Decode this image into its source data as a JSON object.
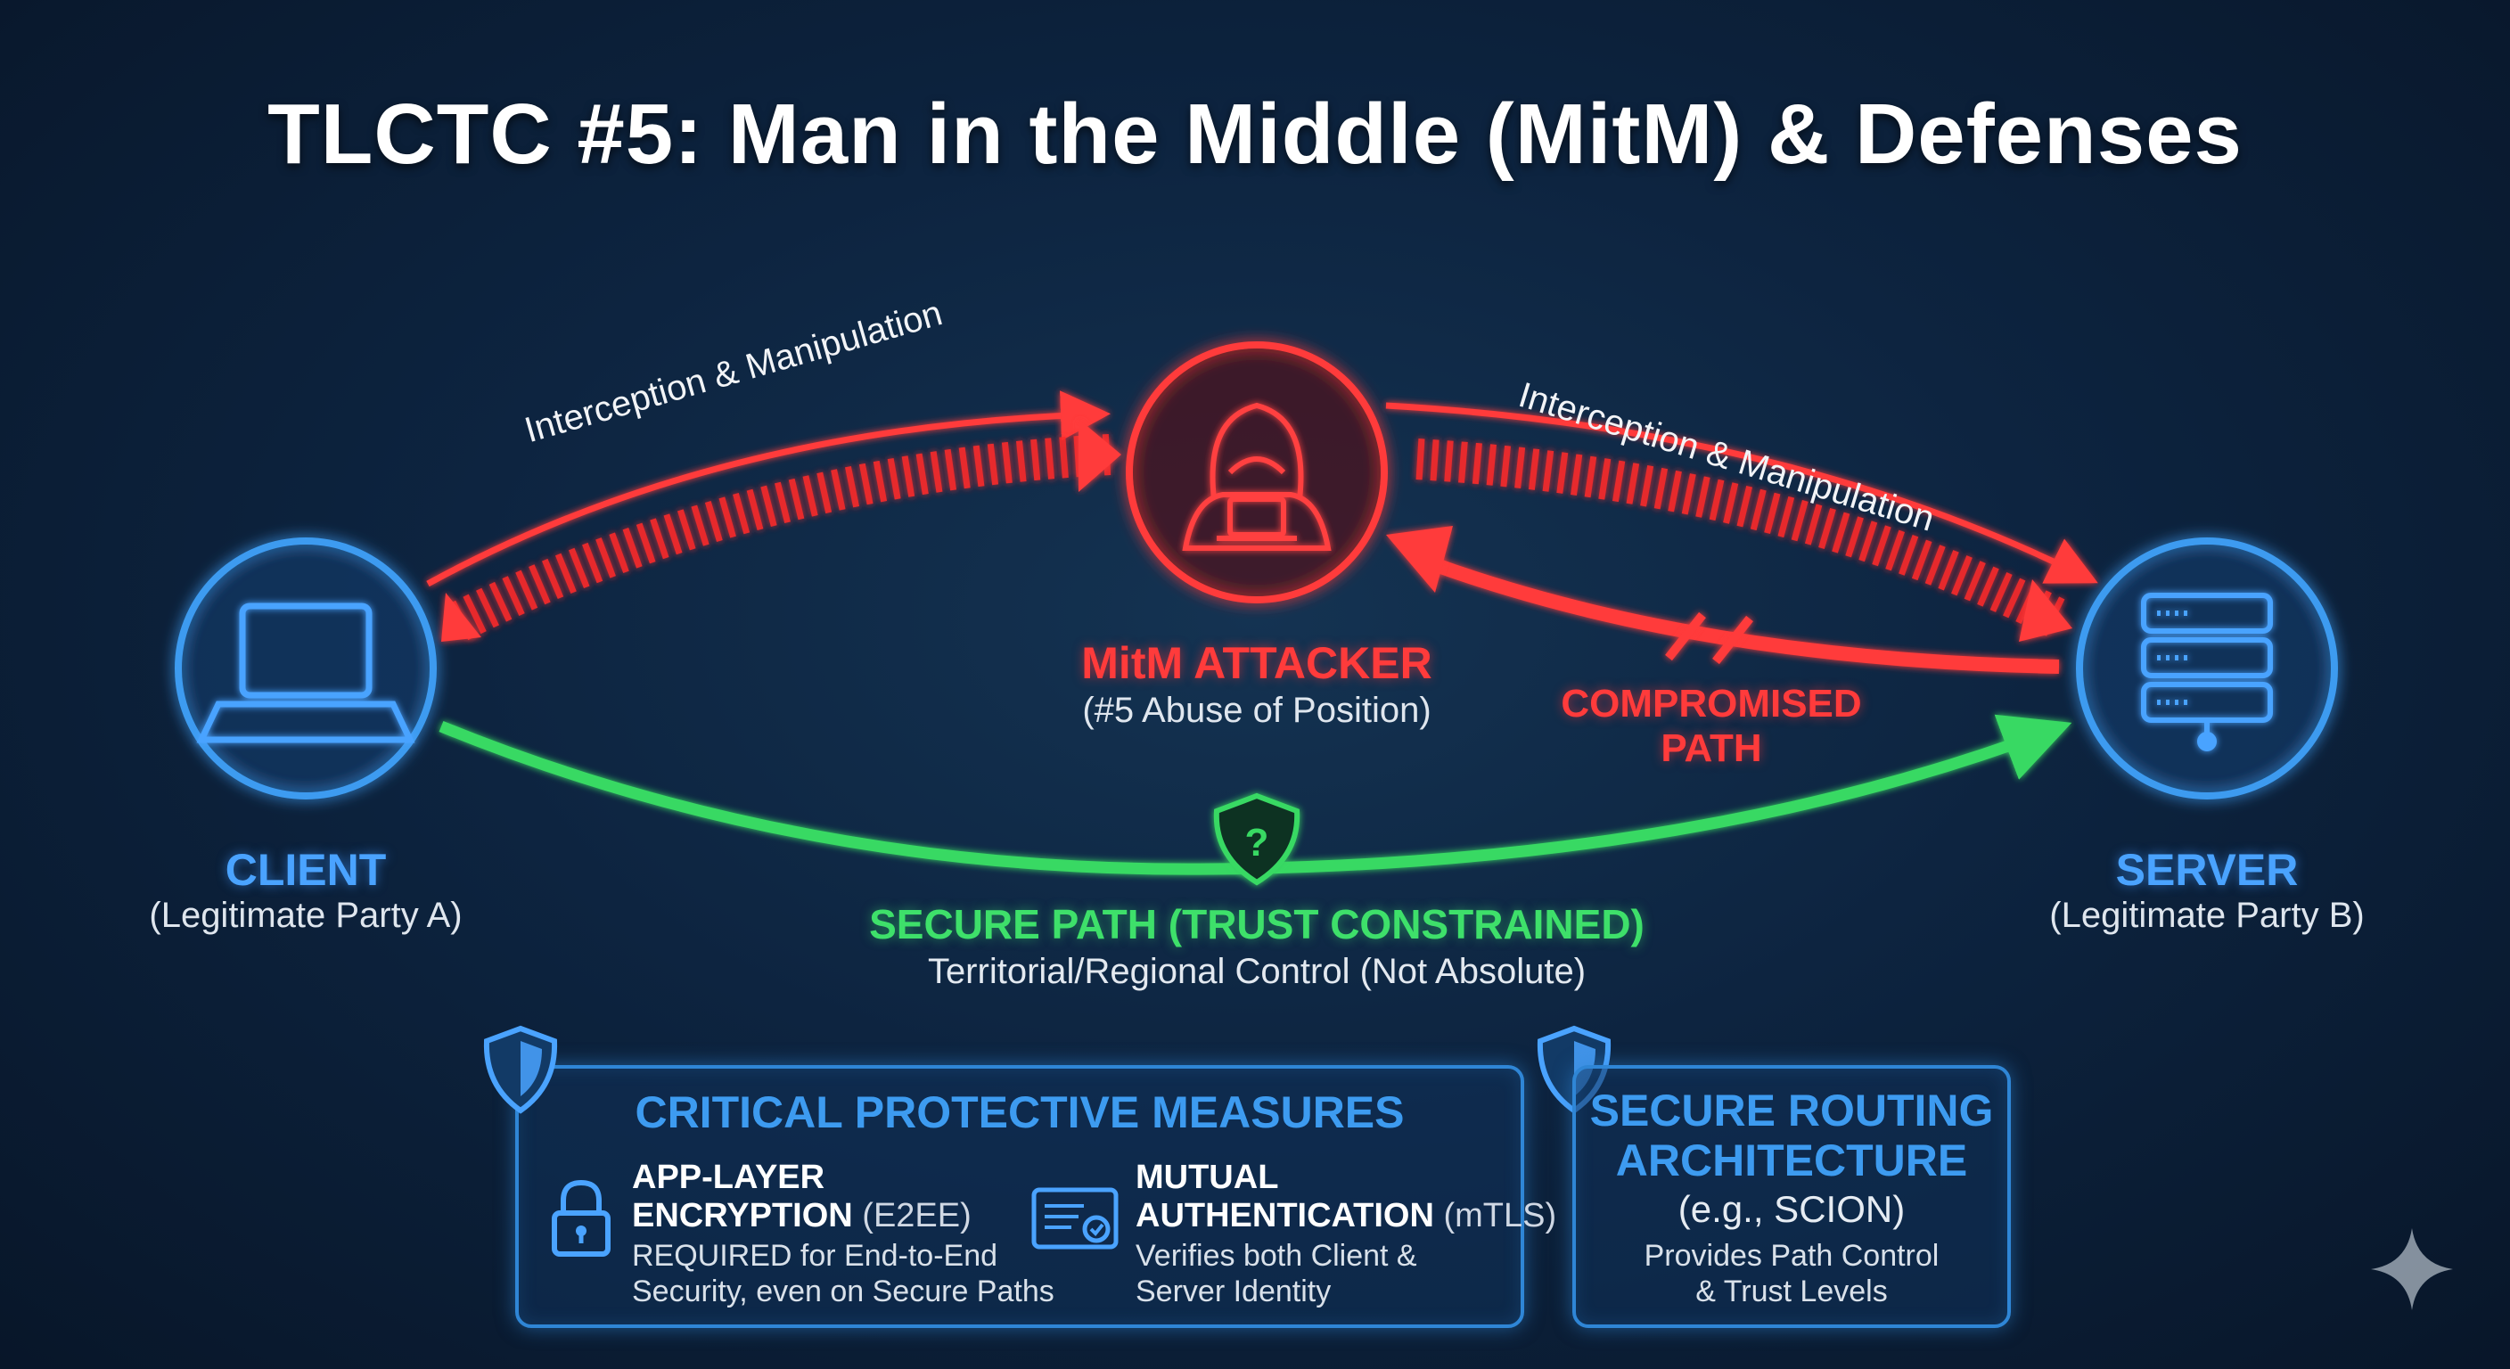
{
  "title": "TLCTC #5: Man in the Middle (MitM) & Defenses",
  "client": {
    "name": "CLIENT",
    "sub": "(Legitimate Party A)",
    "icon": "laptop-icon"
  },
  "server": {
    "name": "SERVER",
    "sub": "(Legitimate Party B)",
    "icon": "server-icon"
  },
  "attacker": {
    "name": "MitM ATTACKER",
    "sub": "(#5 Abuse of Position)",
    "icon": "hooded-hacker-icon"
  },
  "arcs": {
    "left_label": "Interception & Manipulation",
    "right_label": "Interception & Manipulation",
    "compromised_line1": "COMPROMISED",
    "compromised_line2": "PATH"
  },
  "secure_path": {
    "title": "SECURE PATH (TRUST CONSTRAINED)",
    "sub": "Territorial/Regional Control (Not Absolute)",
    "icon": "shield-question-icon"
  },
  "protective": {
    "title": "CRITICAL PROTECTIVE MEASURES",
    "icon": "shield-icon",
    "measures": [
      {
        "title_line1": "APP-LAYER",
        "title_line2": "ENCRYPTION",
        "abbr": "(E2EE)",
        "desc_line1": "REQUIRED for End-to-End",
        "desc_line2": "Security, even on Secure Paths",
        "icon": "padlock-icon"
      },
      {
        "title_line1": "MUTUAL",
        "title_line2": "AUTHENTICATION",
        "abbr": "(mTLS)",
        "desc_line1": "Verifies both Client &",
        "desc_line2": "Server Identity",
        "icon": "certificate-icon"
      }
    ]
  },
  "routing": {
    "title_line1": "SECURE ROUTING",
    "title_line2": "ARCHITECTURE",
    "example": "(e.g., SCION)",
    "desc_line1": "Provides Path Control",
    "desc_line2": "& Trust Levels",
    "icon": "shield-icon"
  },
  "colors": {
    "client_server": "#3d9bf0",
    "attacker": "#ff3b3b",
    "secure": "#3ee06a",
    "background": "#0d2440"
  }
}
